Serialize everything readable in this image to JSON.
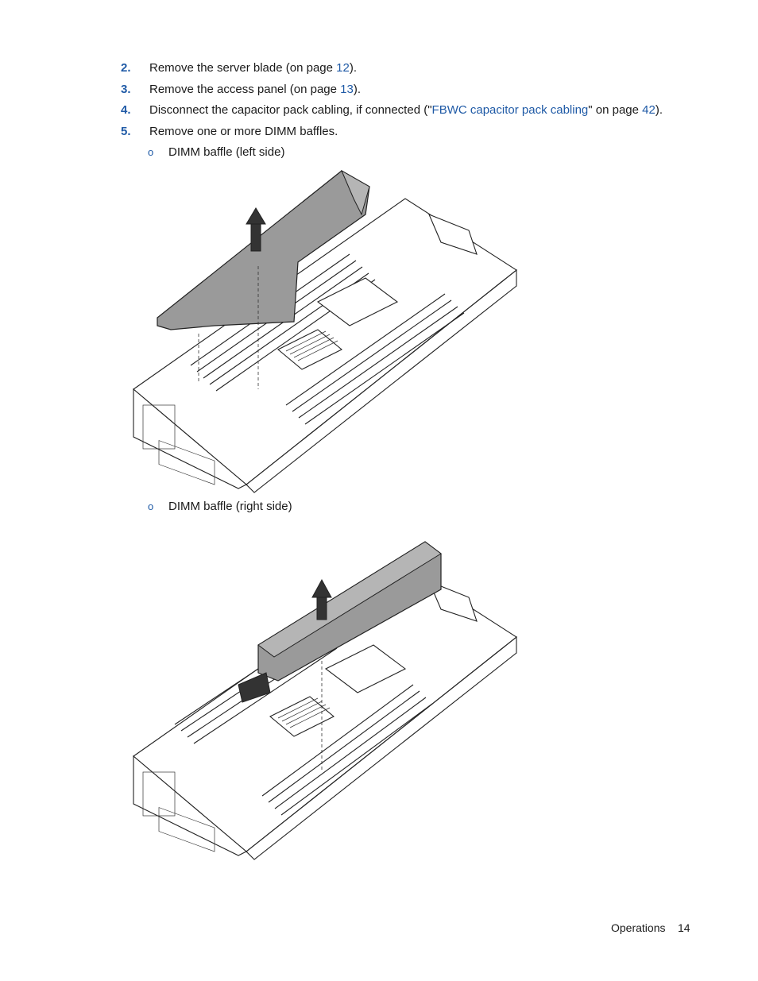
{
  "steps": [
    {
      "number": "2.",
      "before": "Remove the server blade (on page ",
      "link": "12",
      "after": ")."
    },
    {
      "number": "3.",
      "before": "Remove the access panel (on page ",
      "link": "13",
      "after": ")."
    },
    {
      "number": "4.",
      "before": "Disconnect the capacitor pack cabling, if connected (\"",
      "link": "FBWC capacitor pack cabling",
      "middle": "\" on page ",
      "link2": "42",
      "after": ")."
    },
    {
      "number": "5.",
      "text": "Remove one or more DIMM baffles."
    }
  ],
  "substeps": [
    {
      "bullet": "o",
      "text": "DIMM baffle (left side)"
    },
    {
      "bullet": "o",
      "text": "DIMM baffle (right side)"
    }
  ],
  "footer": {
    "section": "Operations",
    "page": "14"
  },
  "colors": {
    "link": "#1f5aa6",
    "baffle": "#9a9a9a"
  }
}
